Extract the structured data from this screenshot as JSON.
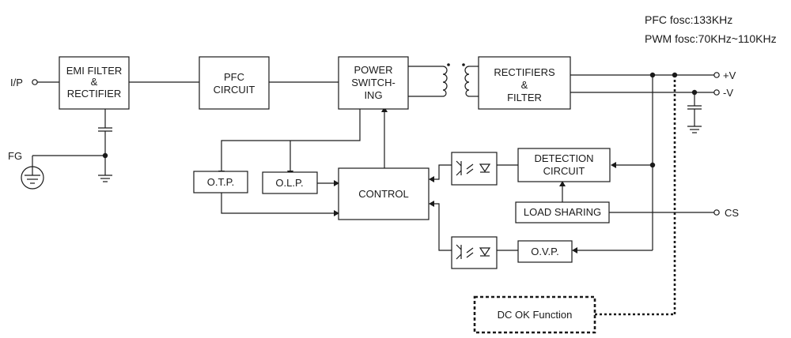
{
  "annotations": {
    "pfc_fosc": "PFC fosc:133KHz",
    "pwm_fosc": "PWM fosc:70KHz~110KHz"
  },
  "terminals": {
    "input": "I/P",
    "ground": "FG",
    "plus_v": "+V",
    "minus_v": "-V",
    "cs": "CS"
  },
  "blocks": {
    "emi_filter": [
      "EMI FILTER",
      "&",
      "RECTIFIER"
    ],
    "pfc": [
      "PFC",
      "CIRCUIT"
    ],
    "power_switching": [
      "POWER",
      "SWITCH-",
      "ING"
    ],
    "rectifiers": [
      "RECTIFIERS",
      "&",
      "FILTER"
    ],
    "detection": [
      "DETECTION",
      "CIRCUIT"
    ],
    "load_sharing": "LOAD SHARING",
    "otp": "O.T.P.",
    "olp": "O.L.P.",
    "control": "CONTROL",
    "ovp": "O.V.P.",
    "dc_ok": "DC OK Function"
  }
}
